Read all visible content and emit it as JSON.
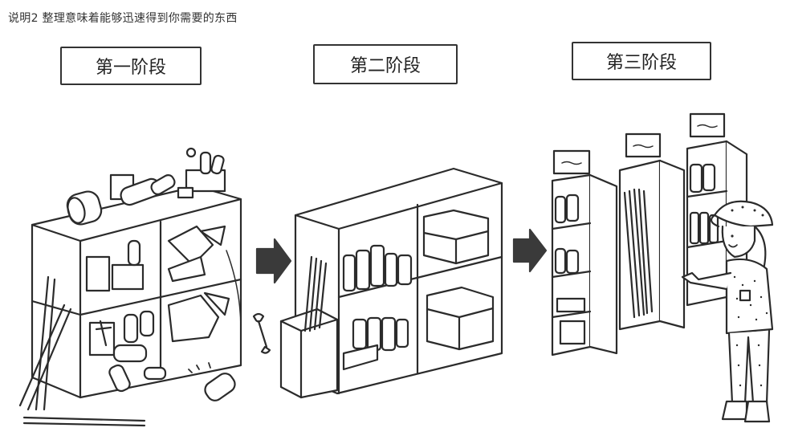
{
  "caption": "说明2 整理意味着能够迅速得到你需要的东西",
  "stages": [
    {
      "label": "第一阶段"
    },
    {
      "label": "第二阶段"
    },
    {
      "label": "第三阶段"
    }
  ],
  "colors": {
    "line": "#2b2b2b",
    "arrow": "#3a3a3a",
    "paper": "#ffffff"
  },
  "icons": [
    "arrow-right-icon",
    "wrench-icon",
    "worker-figure"
  ]
}
